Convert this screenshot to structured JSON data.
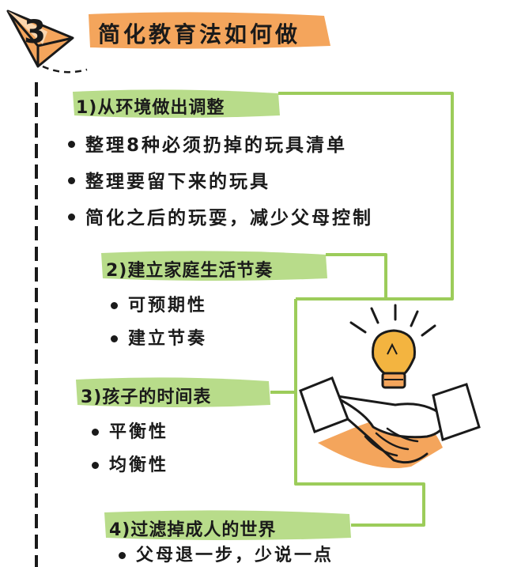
{
  "badge": "3",
  "title": "简化教育法如何做",
  "sections": [
    {
      "heading": "1)从环境做出调整",
      "items": [
        "整理8种必须扔掉的玩具清单",
        "整理要留下来的玩具",
        "简化之后的玩耍，减少父母控制"
      ]
    },
    {
      "heading": "2)建立家庭生活节奏",
      "items": [
        "可预期性",
        "建立节奏"
      ]
    },
    {
      "heading": "3)孩子的时间表",
      "items": [
        "平衡性",
        "均衡性"
      ]
    },
    {
      "heading": "4)过滤掉成人的世界",
      "items": [
        "父母退一步，少说一点"
      ]
    }
  ],
  "icons": [
    "paper-plane-icon",
    "lightbulb-icon",
    "handshake-icon"
  ],
  "colors": {
    "highlight": "#f4a55c",
    "accent_green": "#9ccc5a",
    "ink": "#1a1a1a",
    "bulb": "#f3b440"
  }
}
